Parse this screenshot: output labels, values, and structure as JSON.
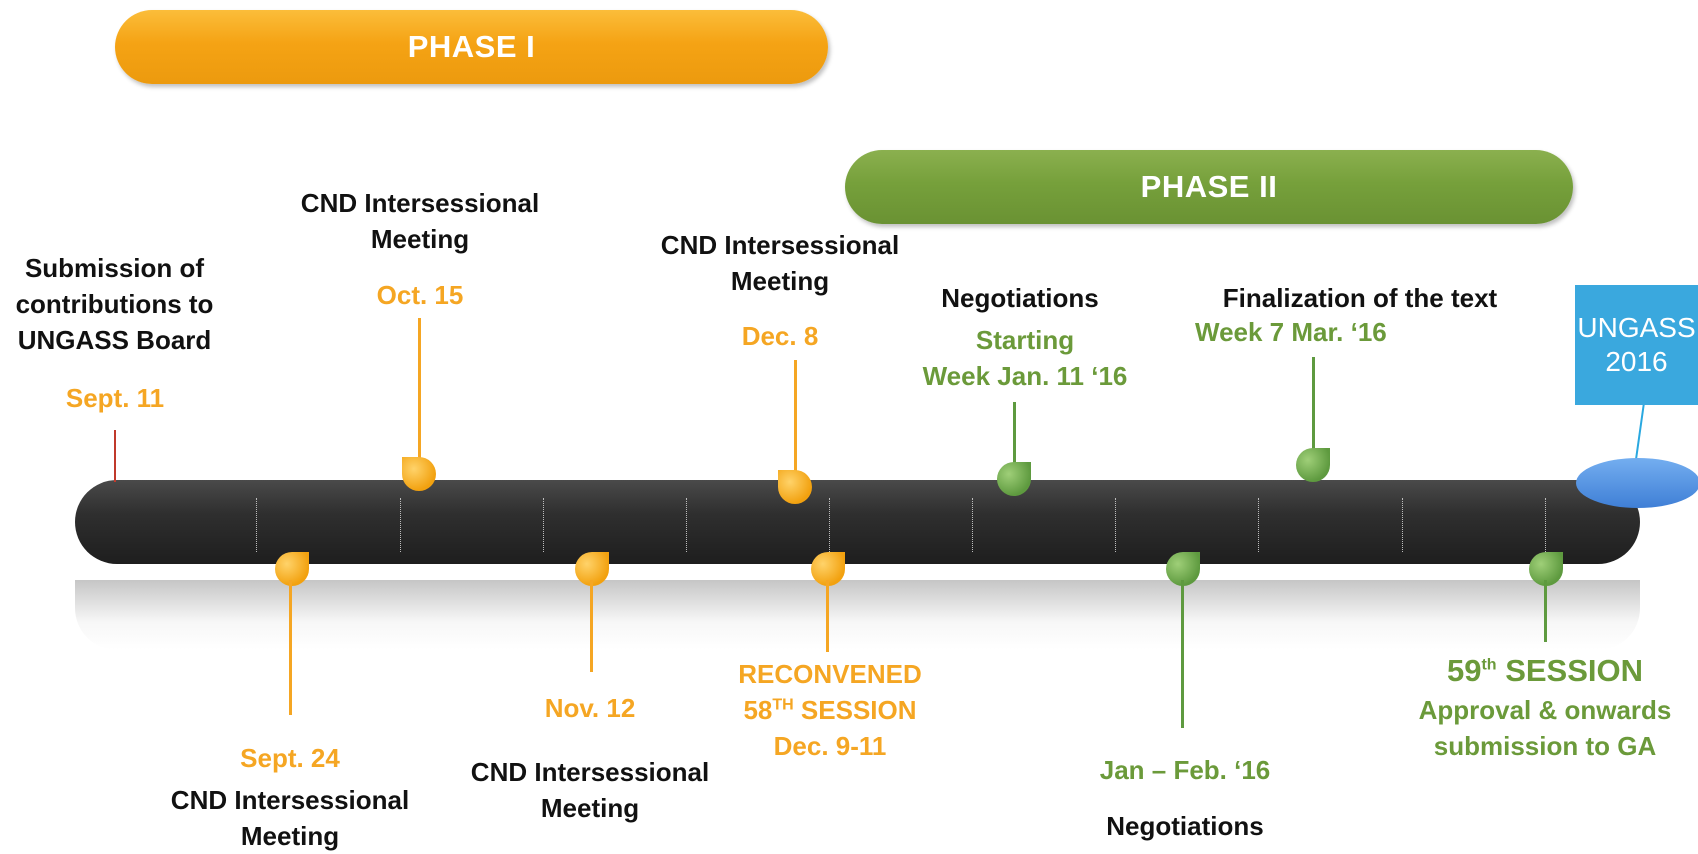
{
  "phases": {
    "phase1": "PHASE I",
    "phase2": "PHASE II"
  },
  "endpoint": {
    "line1": "UNGASS",
    "line2": "2016"
  },
  "events": {
    "sept11": {
      "title1": "Submission of",
      "title2": "contributions to",
      "title3": "UNGASS Board",
      "date": "Sept. 11"
    },
    "oct15": {
      "title1": "CND Intersessional",
      "title2": "Meeting",
      "date": "Oct. 15"
    },
    "dec8": {
      "title1": "CND Intersessional",
      "title2": "Meeting",
      "date": "Dec. 8"
    },
    "jan11": {
      "title": "Negotiations",
      "date1": "Starting",
      "date2": "Week  Jan. 11 ‘16"
    },
    "mar7": {
      "title": "Finalization of the text",
      "date": "Week 7 Mar.  ‘16"
    },
    "sept24": {
      "date": "Sept. 24",
      "title1": "CND Intersessional",
      "title2": "Meeting"
    },
    "nov12": {
      "date": "Nov. 12",
      "title1": "CND Intersessional",
      "title2": "Meeting"
    },
    "dec911": {
      "line1": "RECONVENED",
      "line2_num": "58",
      "line2_sup": "TH",
      "line2_rest": " SESSION",
      "line3": "Dec. 9-11"
    },
    "janfeb": {
      "date": "Jan – Feb. ‘16",
      "title": "Negotiations"
    },
    "s59": {
      "num": "59",
      "sup": "th",
      "rest": " SESSION",
      "line2": "Approval & onwards",
      "line3": "submission to GA"
    }
  },
  "colors": {
    "phase1": "#f5a314",
    "phase2": "#76a03b",
    "bar": "#2f2f2f",
    "orange_text": "#f5a623",
    "green_text": "#6b9a3a",
    "ungass_box": "#3aa8de"
  }
}
